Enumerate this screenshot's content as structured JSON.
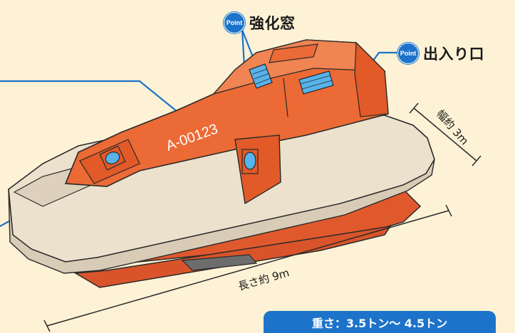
{
  "callouts": {
    "window": {
      "badge": "Point",
      "label": "強化窓"
    },
    "hatch": {
      "badge": "Point",
      "label": "出入り口"
    }
  },
  "hull_id": "A-00123",
  "dimensions": {
    "width_label": "幅約 3m",
    "length_label": "長さ約 9m"
  },
  "weight": "重さ：3.5トン〜 4.5トン",
  "colors": {
    "background": "#fdf2d6",
    "canopy": "#ec6a35",
    "hull": "#ece1cd",
    "accent_blue": "#1d73c9",
    "window_blue": "#57b3ea"
  }
}
